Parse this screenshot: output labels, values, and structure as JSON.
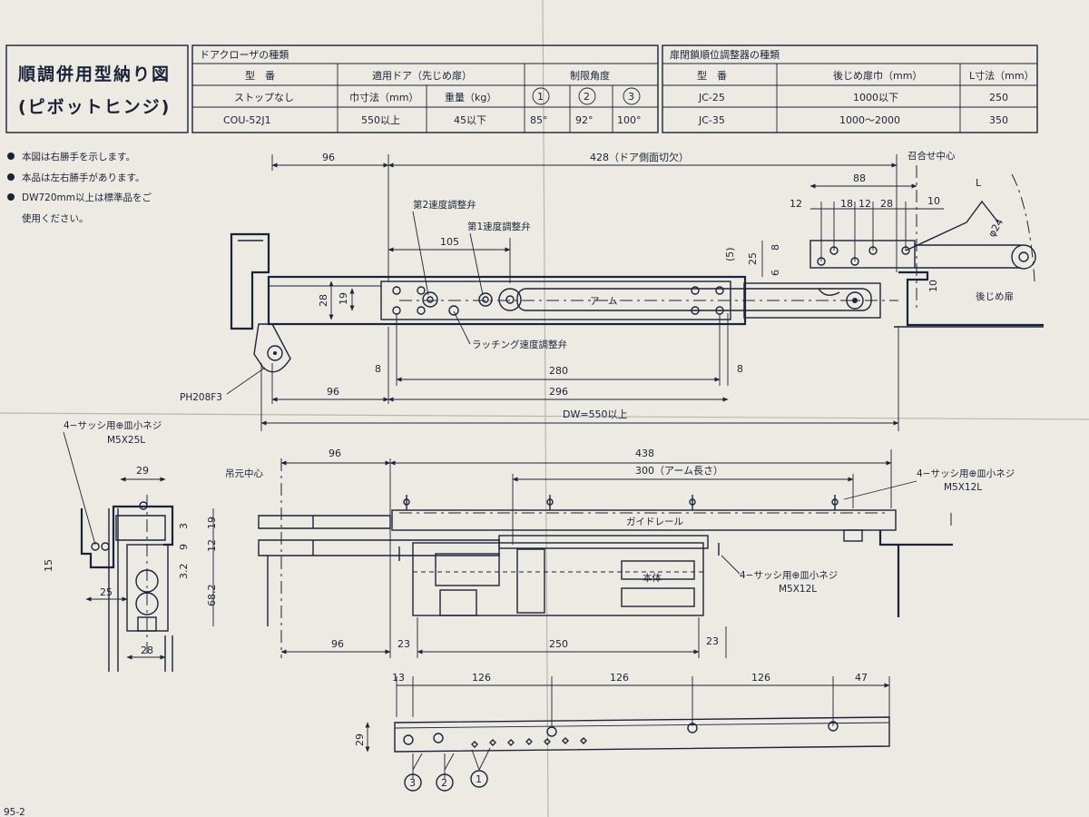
{
  "title": {
    "line1": "順調併用型納り図",
    "line2": "(ピボットヒンジ)"
  },
  "closer_table": {
    "caption": "ドアクローザの種類",
    "header_model": "型　番",
    "header_door": "適用ドア（先じめ扉）",
    "header_angle": "制限角度",
    "sub_model": "ストップなし",
    "sub_width": "巾寸法（mm）",
    "sub_weight": "重量（kg）",
    "angle_marks": [
      "1",
      "2",
      "3"
    ],
    "row": {
      "model": "COU-52J1",
      "width": "550以上",
      "weight": "45以下",
      "a1": "85°",
      "a2": "92°",
      "a3": "100°"
    }
  },
  "coord_table": {
    "caption": "扉閉鎖順位調整器の種類",
    "header_model": "型　番",
    "header_width": "後じめ扉巾（mm）",
    "header_l": "L寸法（mm）",
    "rows": [
      {
        "model": "JC-25",
        "width": "1000以下",
        "l": "250"
      },
      {
        "model": "JC-35",
        "width": "1000〜2000",
        "l": "350"
      }
    ]
  },
  "notes": [
    "本図は右勝手を示します。",
    "本品は左右勝手があります。",
    "DW720mm以上は標準品をご",
    "使用ください。"
  ],
  "labels": {
    "speed2": "第2速度調整弁",
    "speed1": "第1速度調整弁",
    "latch": "ラッチング速度調整弁",
    "arm": "アーム",
    "meet_center": "召合せ中心",
    "rear_door": "後じめ扉",
    "ph": "PH208F3",
    "screw1_a": "4−サッシ用⊕皿小ネジ",
    "screw1_b": "M5X25L",
    "hang_center": "吊元中心",
    "arm_length": "300（アーム長さ）",
    "screw2_a": "4−サッシ用⊕皿小ネジ",
    "screw2_b": "M5X12L",
    "guide_rail": "ガイドレール",
    "body": "本体",
    "screw3_a": "4−サッシ用⊕皿小ネジ",
    "screw3_b": "M5X12L",
    "page_mark": "95-2"
  },
  "dims": {
    "top_96": "96",
    "top_428": "428（ドア側面切欠）",
    "top_105": "105",
    "top_88": "88",
    "top_12": "12",
    "top_18": "18",
    "top_12b": "12",
    "top_28": "28",
    "top_10": "10",
    "side_5": "(5)",
    "side_25": "25",
    "side_8": "8",
    "side_6": "6",
    "side_10": "10",
    "phi24": "φ24",
    "L": "L",
    "h_28": "28",
    "h_19": "19",
    "d_8a": "8",
    "d_280": "280",
    "d_8b": "8",
    "d_96": "96",
    "d_296": "296",
    "d_dw": "DW=550以上",
    "m_29": "29",
    "m_3": "3",
    "m_19": "19",
    "m_12": "12",
    "m_9": "9",
    "m_15": "15",
    "m_32": "3.2",
    "m_682": "68.2",
    "m_25": "25",
    "m_28": "28",
    "b_96": "96",
    "b_438": "438",
    "b_96b": "96",
    "b_23": "23",
    "b_250": "250",
    "b_23b": "23",
    "r_13": "13",
    "r_126a": "126",
    "r_126b": "126",
    "r_126c": "126",
    "r_47": "47",
    "r_29": "29"
  },
  "circle_marks": [
    "3",
    "2",
    "1"
  ]
}
